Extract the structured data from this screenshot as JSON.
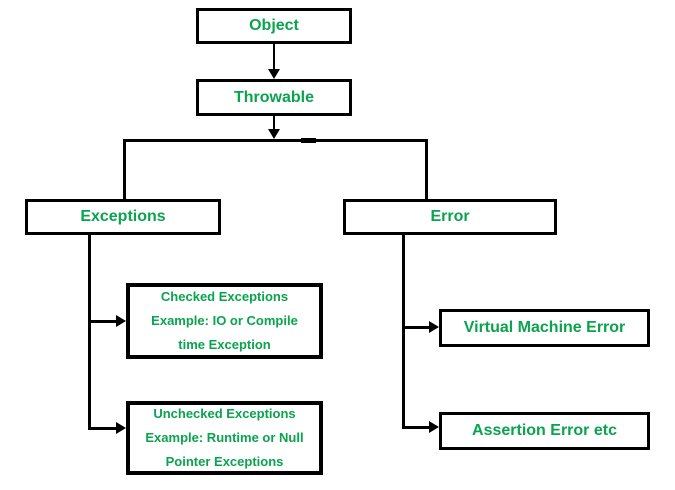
{
  "diagram": {
    "type": "hierarchy-flowchart",
    "topic": "Java Throwable class hierarchy",
    "colors": {
      "text": "#0aa34e",
      "border": "#000000",
      "line": "#000000",
      "background": "#ffffff"
    },
    "nodes": {
      "object": {
        "label": "Object"
      },
      "throwable": {
        "label": "Throwable"
      },
      "exceptions": {
        "label": "Exceptions"
      },
      "error": {
        "label": "Error"
      },
      "checked_exceptions": {
        "lines": [
          "Checked Exceptions",
          "Example: IO or Compile",
          "time Exception"
        ]
      },
      "unchecked_exceptions": {
        "lines": [
          "Unchecked Exceptions",
          "Example: Runtime or Null",
          "Pointer Exceptions"
        ]
      },
      "virtual_machine_error": {
        "label": "Virtual Machine Error"
      },
      "assertion_error": {
        "label": "Assertion Error etc"
      }
    },
    "edges": [
      {
        "from": "object",
        "to": "throwable",
        "style": "arrow-down"
      },
      {
        "from": "throwable",
        "to": "exceptions",
        "style": "elbow"
      },
      {
        "from": "throwable",
        "to": "error",
        "style": "elbow"
      },
      {
        "from": "exceptions",
        "to": "checked_exceptions",
        "style": "elbow-arrow-right"
      },
      {
        "from": "exceptions",
        "to": "unchecked_exceptions",
        "style": "elbow-arrow-right"
      },
      {
        "from": "error",
        "to": "virtual_machine_error",
        "style": "elbow-arrow-right"
      },
      {
        "from": "error",
        "to": "assertion_error",
        "style": "elbow-arrow-right"
      }
    ]
  }
}
